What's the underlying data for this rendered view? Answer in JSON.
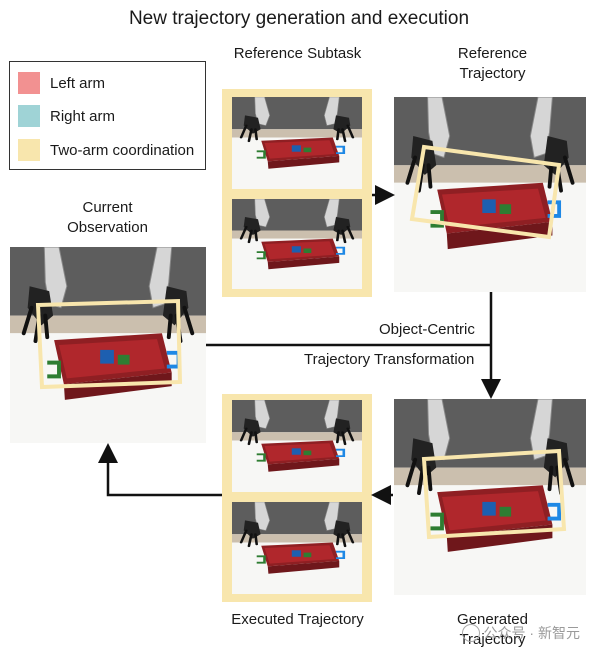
{
  "title": "New trajectory generation and execution",
  "legend": {
    "items": [
      {
        "label": "Left arm",
        "color": "#f29191"
      },
      {
        "label": "Right arm",
        "color": "#9fd3d6"
      },
      {
        "label": "Two-arm coordination",
        "color": "#f8e6ad"
      }
    ]
  },
  "captions": {
    "reference_subtask": "Reference Subtask",
    "reference_trajectory": "Reference Trajectory",
    "current_observation": "Current Observation",
    "executed_trajectory": "Executed Trajectory",
    "generated_trajectory": "Generated Trajectory"
  },
  "transform_label": {
    "line1": "Object-Centric",
    "line2": "Trajectory Transformation"
  },
  "watermark": "公众号 · 新智元",
  "colors": {
    "accent_yellow": "#f8e6ad",
    "box_red": "#9e2328",
    "arrow": "#111111"
  }
}
